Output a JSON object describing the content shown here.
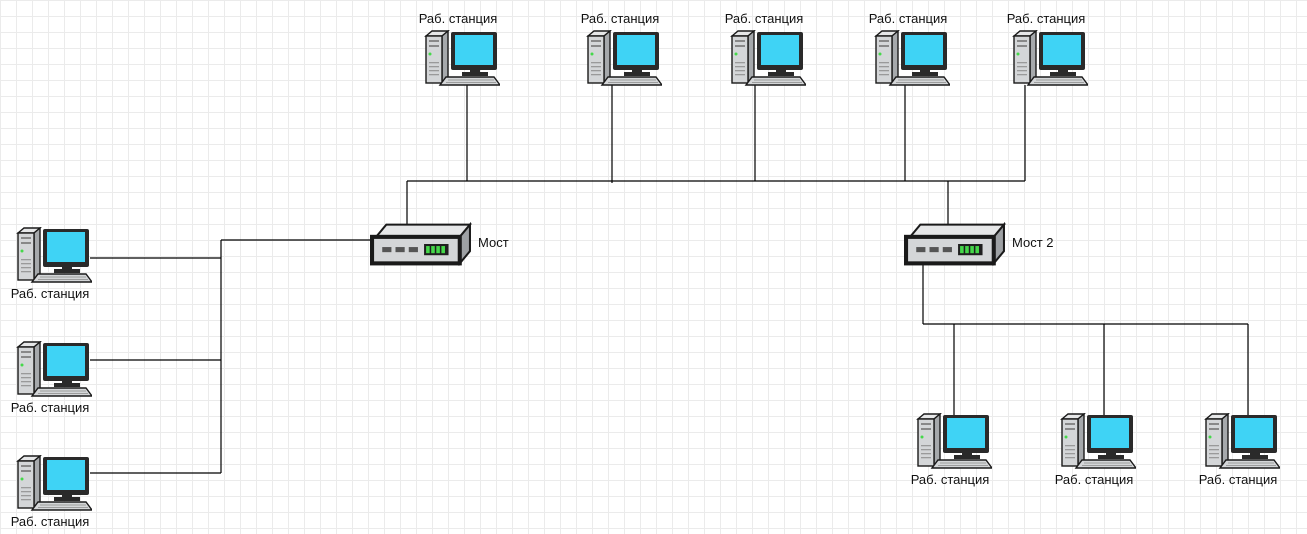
{
  "diagram": {
    "bridges": [
      {
        "id": "bridge-1",
        "label": "Мост"
      },
      {
        "id": "bridge-2",
        "label": "Мост 2"
      }
    ],
    "workstations": {
      "top": [
        {
          "label": "Раб. станция"
        },
        {
          "label": "Раб. станция"
        },
        {
          "label": "Раб. станция"
        },
        {
          "label": "Раб. станция"
        },
        {
          "label": "Раб. станция"
        }
      ],
      "left": [
        {
          "label": "Раб. станция"
        },
        {
          "label": "Раб. станция"
        },
        {
          "label": "Раб. станция"
        }
      ],
      "bottom_right": [
        {
          "label": "Раб. станция"
        },
        {
          "label": "Раб. станция"
        },
        {
          "label": "Раб. станция"
        }
      ]
    },
    "colors": {
      "screen": "#3fd3f5",
      "case": "#d4d6d8",
      "case_dark": "#a6a9ac",
      "outline": "#1a1a1a",
      "led_green": "#45d84a",
      "wire": "#000000",
      "grid": "#ebebeb"
    }
  }
}
